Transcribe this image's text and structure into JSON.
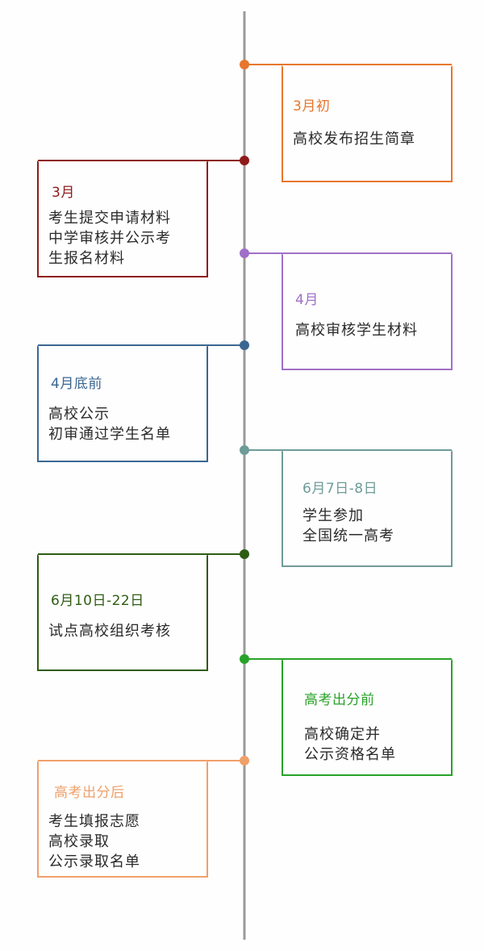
{
  "timeline": {
    "axis_color": "#9a9a9a",
    "events": [
      {
        "date": "3月初",
        "lines": [
          "高校发布招生简章"
        ],
        "color": "#e8762d",
        "side": "right"
      },
      {
        "date": "3月",
        "lines": [
          "考生提交申请材料",
          "中学审核并公示考",
          "生报名材料"
        ],
        "color": "#8e1b1b",
        "side": "left"
      },
      {
        "date": "4月",
        "lines": [
          "高校审核学生材料"
        ],
        "color": "#a070c8",
        "side": "right"
      },
      {
        "date": "4月底前",
        "lines": [
          "高校公示",
          "初审通过学生名单"
        ],
        "color": "#3a6792",
        "side": "left"
      },
      {
        "date": "6月7日-8日",
        "lines": [
          "学生参加",
          "全国统一高考"
        ],
        "color": "#6e9b98",
        "side": "right"
      },
      {
        "date": "6月10日-22日",
        "lines": [
          "试点高校组织考核"
        ],
        "color": "#2e5c14",
        "side": "left"
      },
      {
        "date": "高考出分前",
        "lines": [
          "高校确定并",
          "公示资格名单"
        ],
        "color": "#28a228",
        "side": "right"
      },
      {
        "date": "高考出分后",
        "lines": [
          "考生填报志愿",
          "高校录取",
          "公示录取名单"
        ],
        "color": "#f0a06a",
        "side": "left"
      }
    ]
  }
}
